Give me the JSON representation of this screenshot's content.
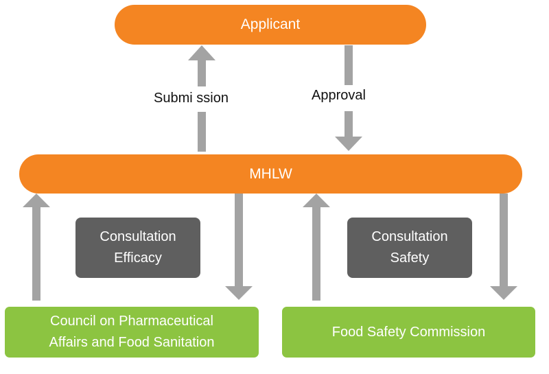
{
  "nodes": {
    "applicant": "Applicant",
    "mhlw": "MHLW",
    "council": [
      "Council on Pharmaceutical",
      "Affairs and Food Sanitation"
    ],
    "fsc": "Food Safety Commission",
    "consult_efficacy": [
      "Consultation",
      "Efficacy"
    ],
    "consult_safety": [
      "Consultation",
      "Safety"
    ]
  },
  "edges": {
    "submission": "Submi ssion",
    "approval": "Approval"
  },
  "colors": {
    "orange": "#f48522",
    "green": "#8cc441",
    "dark": "#5f5f5f",
    "arrow": "#a3a3a3"
  }
}
